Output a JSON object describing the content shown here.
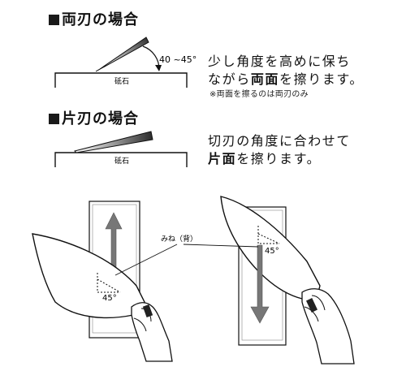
{
  "section_double": {
    "heading": "両刃の場合",
    "angle_label": "40 ~45°",
    "stone_label": "砥石",
    "desc_line1": "少し角度を高めに保ち",
    "desc_line2_pre": "ながら",
    "desc_line2_bold": "両面",
    "desc_line2_post": "を擦ります。",
    "note": "※両面を擦るのは両刃のみ"
  },
  "section_single": {
    "heading": "片刃の場合",
    "stone_label": "砥石",
    "desc_line1": "切刃の角度に合わせて",
    "desc_line2_bold": "片面",
    "desc_line2_post": "を擦ります。"
  },
  "illustration": {
    "spine_label": "みね（背）",
    "left_angle_label": "45°",
    "right_angle_label": "45°"
  },
  "colors": {
    "ink": "#111111",
    "blade_dark": "#2b2b2b",
    "arrow_gray": "#777777"
  }
}
